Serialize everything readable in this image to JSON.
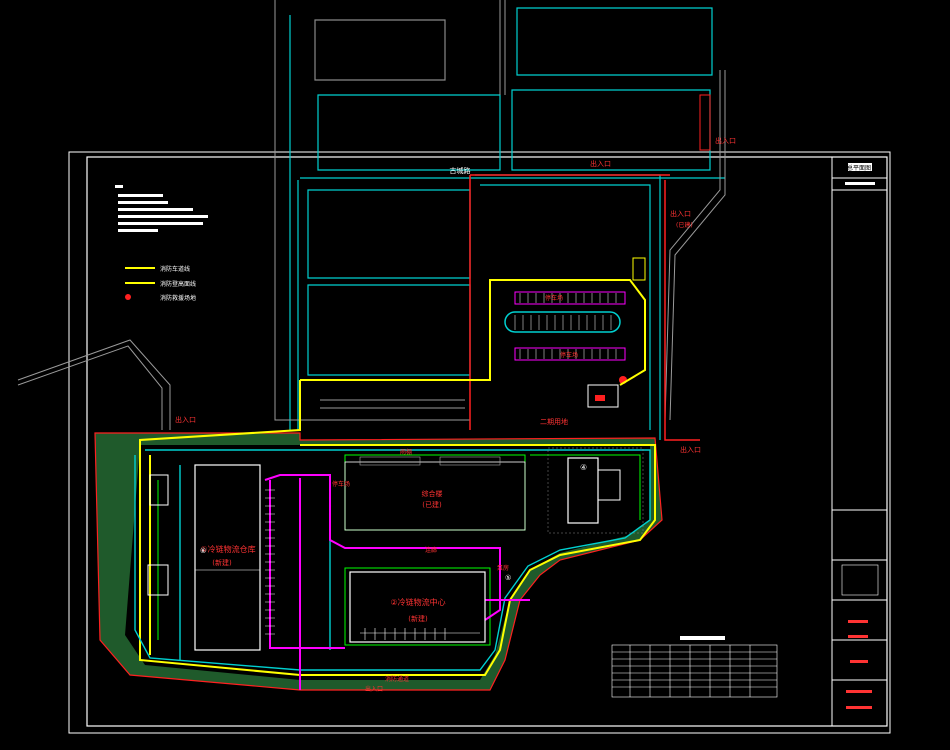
{
  "colors": {
    "background": "#000000",
    "frame": "#ffffff",
    "road": "#00d0d0",
    "fire_route": "#ffff00",
    "green_area": "#2a7a3a",
    "boundary": "#ff2020",
    "magenta": "#ff00ff",
    "green_line": "#00ff00",
    "note_label": "#ff3333"
  },
  "legend": {
    "items": [
      {
        "label": "消防车道线",
        "color": "#ffff00"
      },
      {
        "label": "消防登高面线",
        "color": "#ffff00"
      },
      {
        "label": "消防救援场地",
        "color": "#ff2020"
      }
    ]
  },
  "labels": {
    "north_road": "古城路",
    "north_gate": "出入口",
    "east_gate_1": "出入口",
    "east_gate_2": "出入口",
    "east_gate_2_sub": "(已建)",
    "west_gate": "出入口",
    "east_side": "出入口",
    "center_note": "二期用地",
    "building_1_name": "①冷链物流仓库",
    "building_1_sub": "(新建)",
    "building_2_name": "②冷链物流中心",
    "building_2_sub": "(新建)",
    "building_3_name": "综合楼",
    "building_3_sub": "(已建)",
    "building_4_mark": "④",
    "building_5_mark": "⑤",
    "building_6_mark": "⑥",
    "parking_label": "停车场",
    "shed_label": "雨棚",
    "corridor_label": "连廊",
    "pump_label": "泵房",
    "south_label_1": "消防通道",
    "south_label_2": "出入口",
    "north_parking_1": "停车场",
    "north_parking_2": "停车场"
  },
  "title_block": {
    "project": "总平面图"
  }
}
